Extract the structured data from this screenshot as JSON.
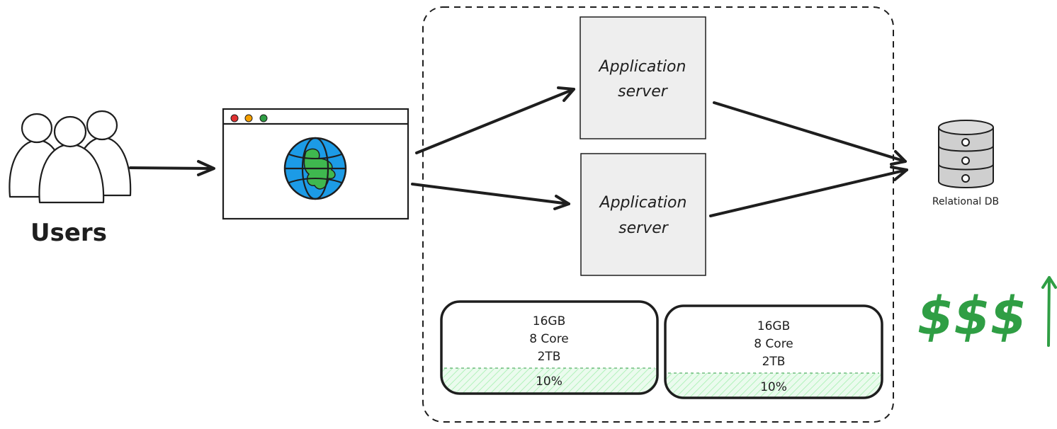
{
  "users": {
    "label": "Users"
  },
  "app_servers": [
    {
      "line1": "Application",
      "line2": "server"
    },
    {
      "line1": "Application",
      "line2": "server"
    }
  ],
  "database": {
    "label": "Relational DB"
  },
  "capacity_cards": [
    {
      "ram": "16GB",
      "cores": "8 Core",
      "disk": "2TB",
      "usage": "10%"
    },
    {
      "ram": "16GB",
      "cores": "8 Core",
      "disk": "2TB",
      "usage": "10%"
    }
  ],
  "cost": {
    "label": "$$$",
    "trend": "up"
  },
  "colors": {
    "stroke": "#1e1e1e",
    "server_fill": "#eeeeee",
    "globe_ocean": "#1c9be6",
    "globe_land": "#3fb84f",
    "cost_green": "#2f9e44",
    "usage_fill": "#b2f2bb",
    "db_fill": "#cfcfcf",
    "browser_dots": [
      "#e03131",
      "#f59f00",
      "#2f9e44"
    ]
  },
  "icons": {
    "users": "users-group-icon",
    "browser": "browser-window-icon",
    "globe": "globe-icon",
    "database": "database-icon",
    "trend": "arrow-up-icon"
  }
}
